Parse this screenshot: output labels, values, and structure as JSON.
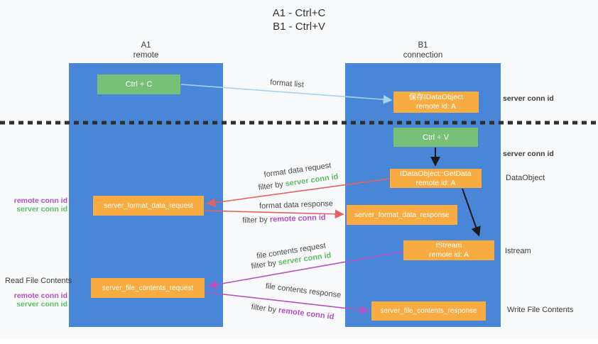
{
  "title": {
    "line1": "A1 - Ctrl+C",
    "line2": "B1 - Ctrl+V"
  },
  "lanes": {
    "left": {
      "name": "A1",
      "role": "remote"
    },
    "right": {
      "name": "B1",
      "role": "connection"
    }
  },
  "nodes": {
    "ctrl_c": {
      "label": "Ctrl + C"
    },
    "save_idataobject": {
      "line1": "保存IDataObject",
      "line2": "remote id: A"
    },
    "ctrl_v": {
      "label": "Ctrl + V"
    },
    "getdata": {
      "line1": "IDataObject::GetData",
      "line2": "remote id: A"
    },
    "server_format_data_request": {
      "label": "server_format_data_request"
    },
    "server_format_data_response": {
      "label": "server_format_data_response"
    },
    "istream": {
      "line1": "IStream",
      "line2": "remote id: A"
    },
    "server_file_contents_request": {
      "label": "server_file_contents_request"
    },
    "server_file_contents_response": {
      "label": "server_file_contents_response"
    }
  },
  "edge_labels": {
    "format_list": "format list",
    "format_data_request": "format data request",
    "format_data_response": "format data response",
    "file_contents_request": "file contents request",
    "file_contents_response": "file contents response",
    "filter_by": "filter by ",
    "server_conn_id": "server conn id",
    "remote_conn_id": "remote conn id"
  },
  "side_labels": {
    "remote_conn_id": "remote conn id",
    "server_conn_id": "server conn id",
    "read_file_contents": "Read File Contents",
    "write_file_contents": "Write File Contents",
    "dataobject": "DataObject",
    "istream": "Istream"
  },
  "colors": {
    "background": "#f8f9fa",
    "lane_blue": "#4a86d8",
    "node_green": "#77c077",
    "node_orange": "#f7ab41",
    "arrow_light_blue": "#a6d3f0",
    "arrow_red": "#e5615e",
    "arrow_purple": "#b551be",
    "arrow_black": "#1a1a1a",
    "text_green": "#5fbd64",
    "text_purple": "#b14fc4",
    "text_dark": "#3c3c3c",
    "dashed_line": "#2e2e2e"
  }
}
